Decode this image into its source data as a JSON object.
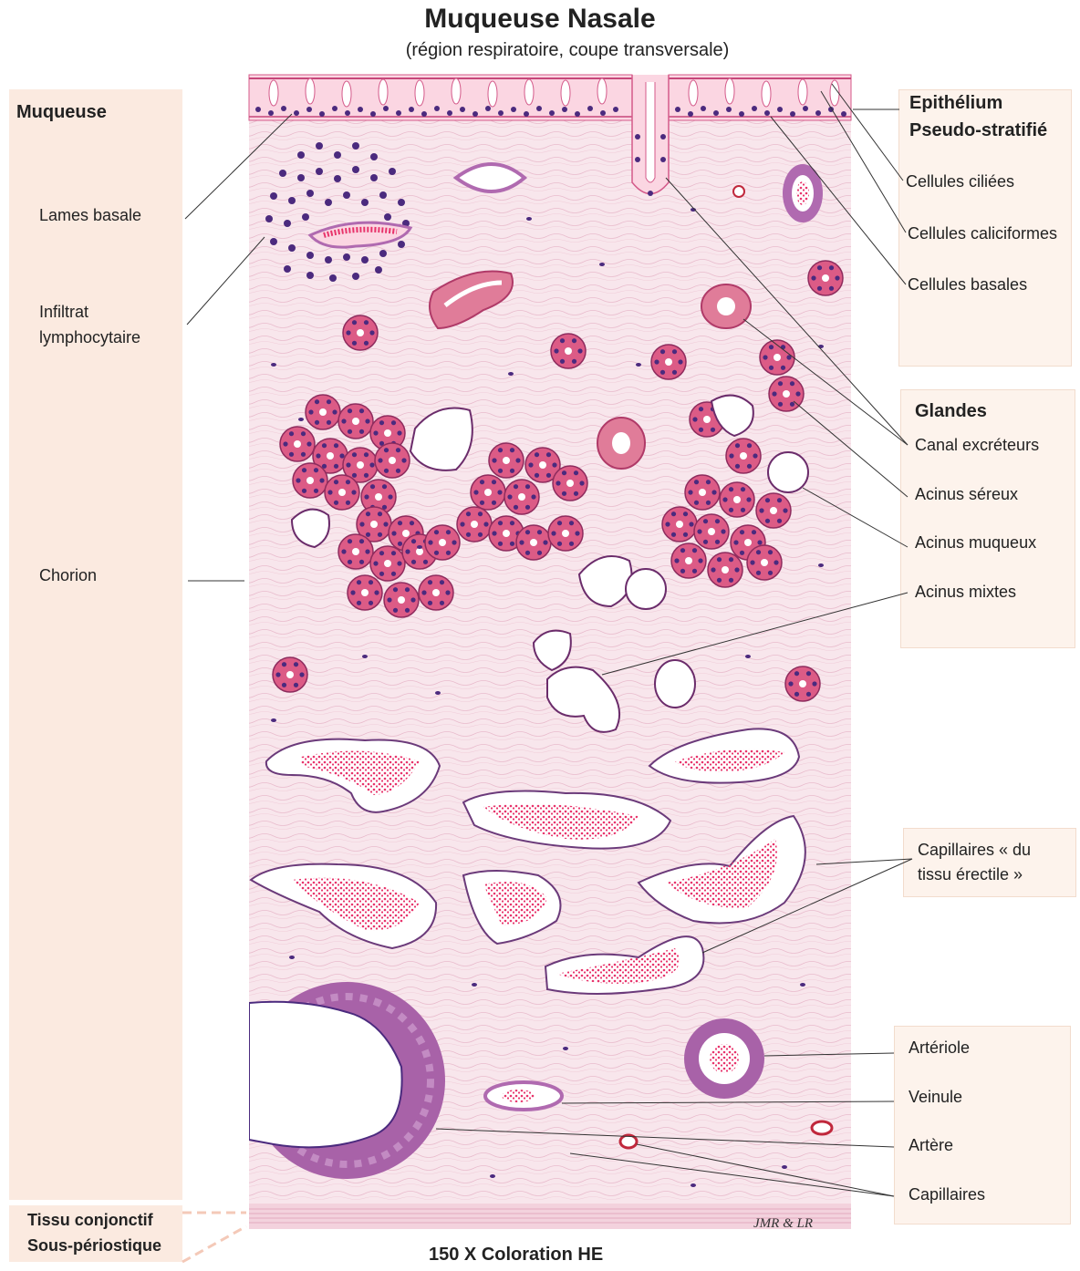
{
  "title": "Muqueuse Nasale",
  "subtitle": "(région respiratoire, coupe transversale)",
  "left_labels": {
    "muqueuse": "Muqueuse",
    "lames_basale": "Lames basale",
    "infiltrat_1": "Infiltrat",
    "infiltrat_2": "lymphocytaire",
    "chorion": "Chorion",
    "tissu_1": "Tissu conjonctif",
    "tissu_2": "Sous-périostique"
  },
  "right_labels": {
    "epithelium_1": "Epithélium",
    "epithelium_2": "Pseudo-stratifié",
    "ciliees": "Cellules ciliées",
    "caliciformes": "Cellules caliciformes",
    "basales": "Cellules basales",
    "glandes": "Glandes",
    "canal": "Canal  excréteurs",
    "sereux": "Acinus séreux",
    "muqueux": "Acinus muqueux",
    "mixtes": "Acinus mixtes",
    "capillaires_erectile_1": "Capillaires « du",
    "capillaires_erectile_2": "tissu érectile »",
    "arteriole": "Artériole",
    "veinule": "Veinule",
    "artere": "Artère",
    "capillaires": "Capillaires"
  },
  "footer": "150 X Coloration HE",
  "signature": "JMR  & LR",
  "colors": {
    "label_box": "#fbeae0",
    "tissue_bg": "#f6e3ea",
    "fiber": "#e8b4c8",
    "nucleus": "#4b2a7e",
    "serous_acinus": "#d9527e",
    "erythrocyte": "#e8336b",
    "vessel_wall": "#b06ab0"
  }
}
